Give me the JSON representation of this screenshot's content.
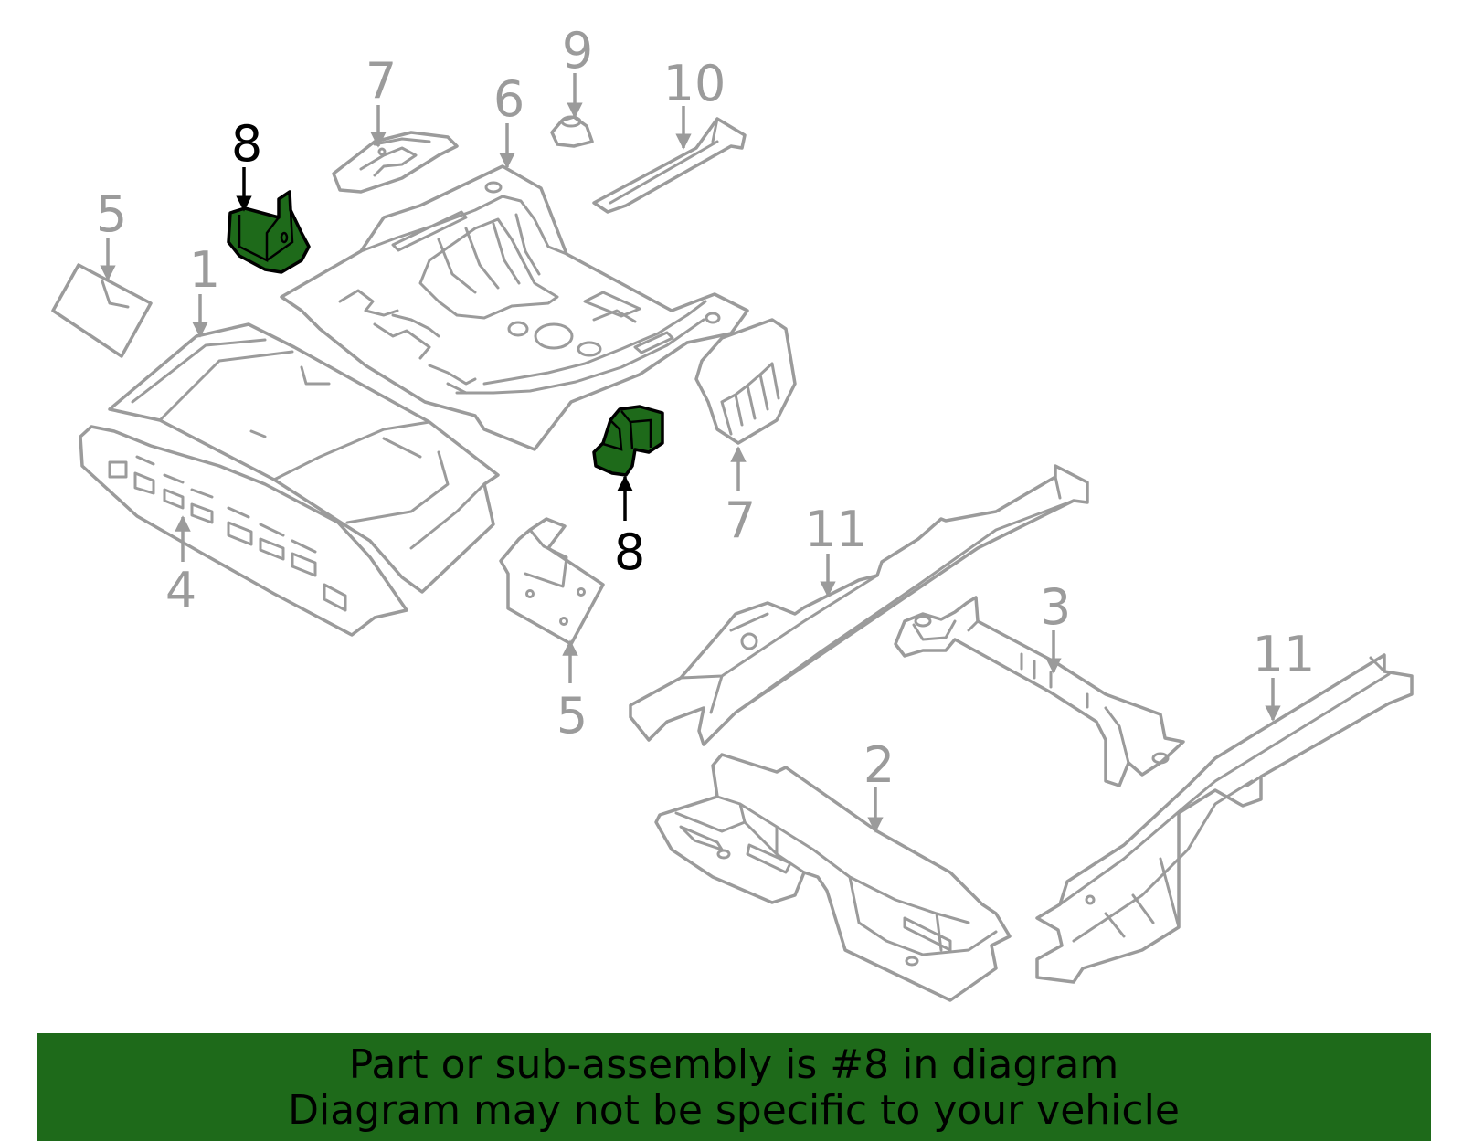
{
  "diagram": {
    "highlight_color": "#1e6a1a",
    "callout_color": "#9b9b9b",
    "callout_highlight_color": "#000000",
    "callouts": {
      "c1": "1",
      "c2": "2",
      "c3": "3",
      "c4": "4",
      "c5a": "5",
      "c5b": "5",
      "c6": "6",
      "c7a": "7",
      "c7b": "7",
      "c8a": "8",
      "c8b": "8",
      "c9": "9",
      "c10": "10",
      "c11a": "11",
      "c11b": "11"
    }
  },
  "banner": {
    "line1": "Part or sub-assembly is #8 in diagram",
    "line2": "Diagram may not be specific to your vehicle",
    "background": "#1e6a1a"
  }
}
